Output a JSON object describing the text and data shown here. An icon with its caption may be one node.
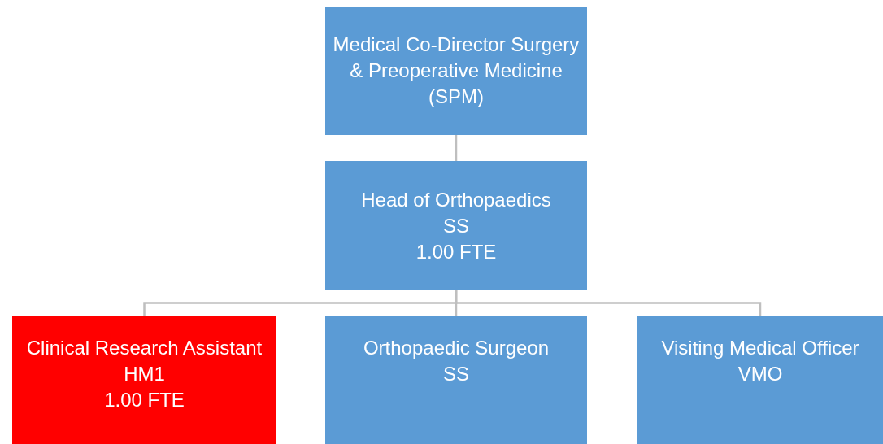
{
  "diagram": {
    "nodes": [
      {
        "text": [
          "Medical Co-Director Surgery & Preoperative Medicine (SPM)"
        ]
      },
      {
        "text": [
          "Head of Orthopaedics",
          "SS",
          "1.00 FTE"
        ]
      },
      {
        "text": [
          "Clinical Research Assistant",
          "HM1",
          "1.00 FTE"
        ]
      },
      {
        "text": [
          "Orthopaedic Surgeon",
          "SS"
        ]
      },
      {
        "text": [
          "Visiting Medical Officer",
          "VMO"
        ]
      }
    ],
    "edges": [
      {
        "from": 0,
        "to": 1,
        "arrow": "none"
      },
      {
        "from": 1,
        "to": 2,
        "arrow": "none"
      },
      {
        "from": 1,
        "to": 3,
        "arrow": "none"
      },
      {
        "from": 1,
        "to": 4,
        "arrow": "none"
      }
    ]
  }
}
